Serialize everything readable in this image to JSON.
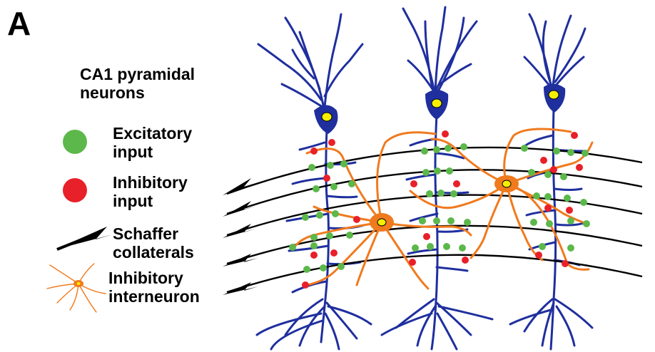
{
  "panel_label": "A",
  "legend": {
    "title_line1": "CA1 pyramidal",
    "title_line2": "neurons",
    "excitatory_line1": "Excitatory",
    "excitatory_line2": "input",
    "inhibitory_line1": "Inhibitory",
    "inhibitory_line2": "input",
    "schaffer_line1": "Schaffer",
    "schaffer_line2": "collaterals",
    "interneuron_line1": "Inhibitory",
    "interneuron_line2": "interneuron"
  },
  "colors": {
    "pyramidal": "#1f2f9e",
    "excitatory": "#5cb84a",
    "inhibitory": "#e8202a",
    "interneuron": "#f07a1e",
    "nucleus": "#f5f000",
    "axon": "#000000"
  }
}
